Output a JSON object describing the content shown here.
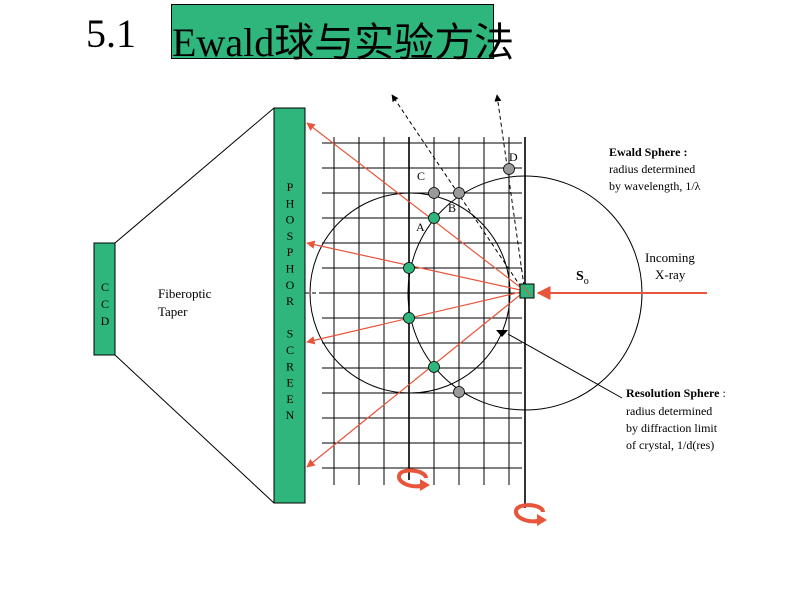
{
  "title": {
    "number": "5.1",
    "highlighted": "Ewald球与实验",
    "rest": "方法"
  },
  "colors": {
    "accent_green": "#2eb67d",
    "ray_red": "#e8553a",
    "spot_grey": "#9a9a9a"
  },
  "diagram": {
    "ccd_letters": [
      "C",
      "C",
      "D"
    ],
    "fiberoptic_label": [
      "Fiberoptic",
      "Taper"
    ],
    "screen_letters": [
      "P",
      "H",
      "O",
      "S",
      "P",
      "H",
      "O",
      "R",
      "",
      "S",
      "C",
      "R",
      "E",
      "E",
      "N"
    ],
    "points": {
      "a": "A",
      "b": "B",
      "c": "C",
      "d": "D"
    },
    "s0": {
      "main": "S",
      "sub": "o"
    },
    "incoming": [
      "Incoming",
      "X-ray"
    ],
    "ewald": {
      "title": "Ewald Sphere :",
      "line1": "radius determined",
      "line2": "by wavelength, 1/λ"
    },
    "resolution": {
      "title": "Resolution Sphere",
      "colon": " :",
      "line1": "radius determined",
      "line2": "by diffraction limit",
      "line3": "of crystal, 1/d(res)"
    },
    "icons": [
      "rotation-arrow-icon",
      "rotation-arrow-icon"
    ]
  }
}
